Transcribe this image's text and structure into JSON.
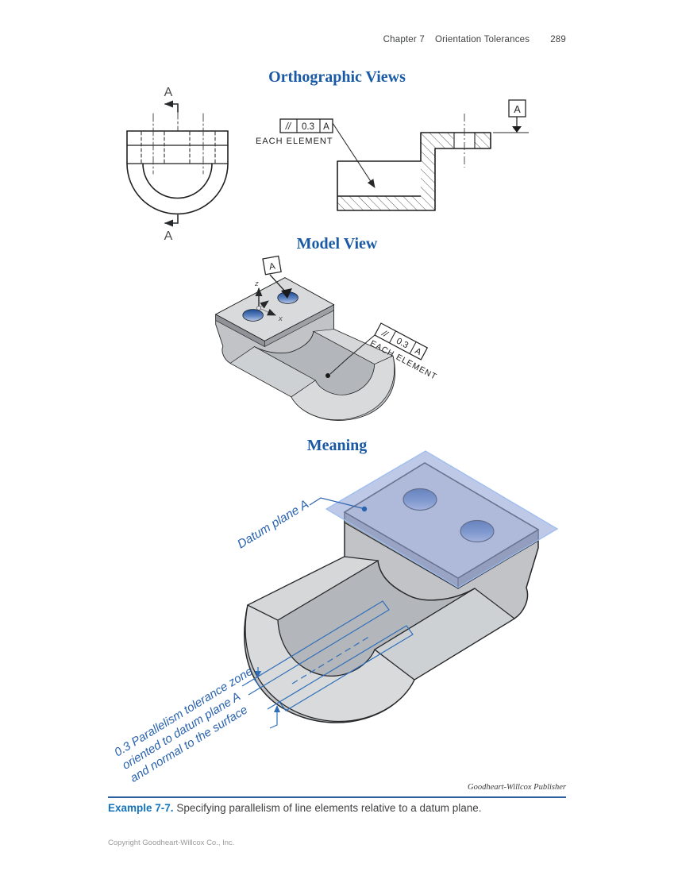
{
  "header": {
    "chapter": "Chapter 7",
    "title": "Orientation Tolerances",
    "page_number": "289"
  },
  "sections": {
    "orthographic": "Orthographic Views",
    "model": "Model View",
    "meaning": "Meaning"
  },
  "fcf": {
    "symbol": "//",
    "tolerance": "0.3",
    "datum": "A",
    "note": "EACH ELEMENT"
  },
  "cutting_plane": {
    "label": "A"
  },
  "datum_flag": {
    "label": "A"
  },
  "axes": {
    "z": "z",
    "x": "x"
  },
  "meaning_labels": {
    "datum_plane": "Datum plane A",
    "zone_line1": "0.3 Parallelism tolerance zone",
    "zone_line2": "oriented to datum plane A",
    "zone_line3": "and normal to the surface"
  },
  "credit": "Goodheart-Willcox Publisher",
  "caption": {
    "label": "Example 7-7.",
    "text": "Specifying parallelism of line elements relative to a datum plane."
  },
  "footer": "Copyright Goodheart-Willcox Co., Inc.",
  "colors": {
    "heading_blue": "#1a5aa5",
    "caption_blue": "#1473bd",
    "annotation_blue": "#2a63ad",
    "zone_blue": "#2f6fba",
    "plane_fill": "#96a6d8",
    "body_gray": "#c1c3c6"
  }
}
